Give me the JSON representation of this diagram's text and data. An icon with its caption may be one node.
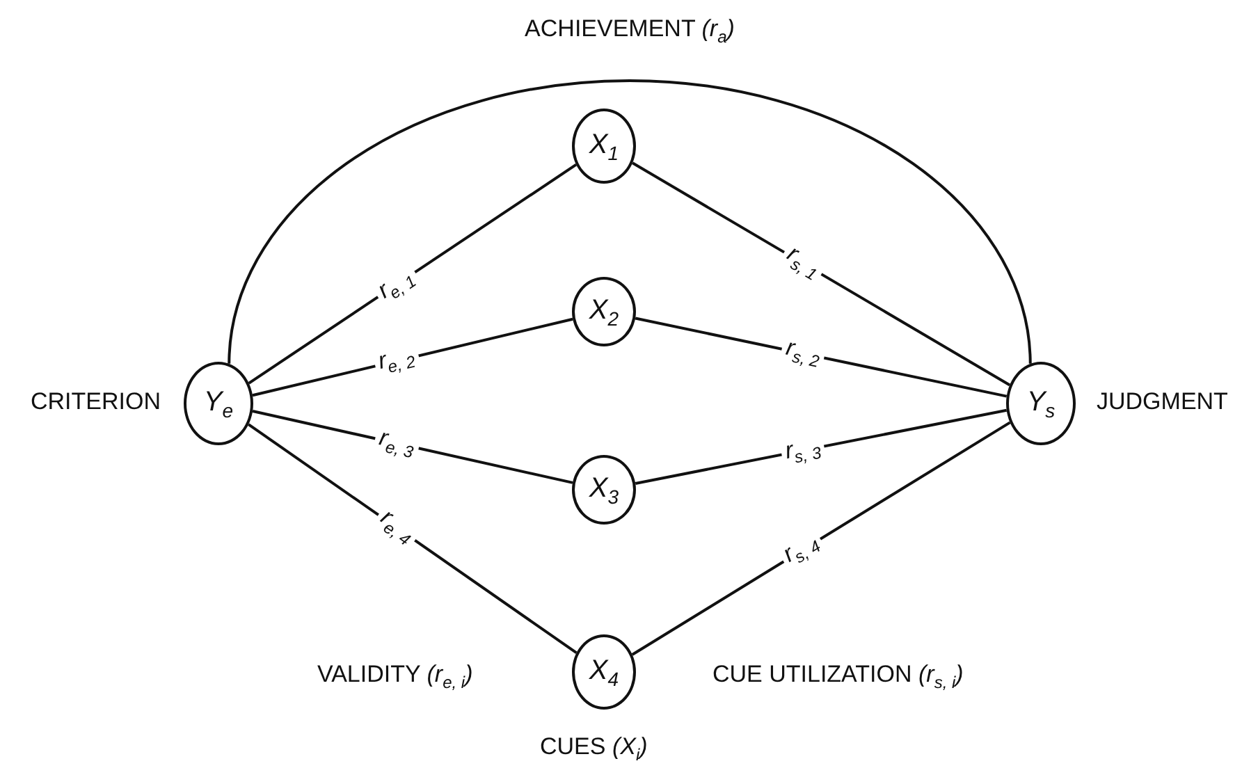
{
  "diagram": {
    "nodes": [
      {
        "text": [
          "Y$_{e}$"
        ],
        "beside": [
          "CRITERION"
        ]
      },
      {
        "text": [
          "X$_{1}$"
        ]
      },
      {
        "text": [
          "X$_{2}$"
        ]
      },
      {
        "text": [
          "X$_{3}$"
        ]
      },
      {
        "text": [
          "X$_{4}$"
        ]
      },
      {
        "text": [
          "Y$_{s}$"
        ],
        "beside": [
          "JUDGMENT"
        ]
      }
    ],
    "edges": [
      {
        "from": 0,
        "to": 5,
        "arrow": "none",
        "label": "ACHIEVEMENT *(r$_{a}$)*"
      },
      {
        "from": 0,
        "to": 1,
        "arrow": "none",
        "label": "r$_{e, 1}$"
      },
      {
        "from": 0,
        "to": 2,
        "arrow": "none",
        "label": "r$_{e, 2}$"
      },
      {
        "from": 0,
        "to": 3,
        "arrow": "none",
        "label": "r$_{e, 3}$"
      },
      {
        "from": 0,
        "to": 4,
        "arrow": "none",
        "label": "r$_{e, 4}$"
      },
      {
        "from": 1,
        "to": 5,
        "arrow": "none",
        "label": "r$_{s, 1}$"
      },
      {
        "from": 2,
        "to": 5,
        "arrow": "none",
        "label": "r$_{s, 2}$"
      },
      {
        "from": 3,
        "to": 5,
        "arrow": "none",
        "label": "r$_{s, 3}$"
      },
      {
        "from": 4,
        "to": 5,
        "arrow": "none",
        "label": "r$_{s, 4}$"
      }
    ],
    "labels": [
      "VALIDITY *(r$_{e, i}$)*",
      "CUE UTILIZATION *(r$_{s, i}$)*",
      "CUES *(X$_{i}$)*"
    ]
  }
}
